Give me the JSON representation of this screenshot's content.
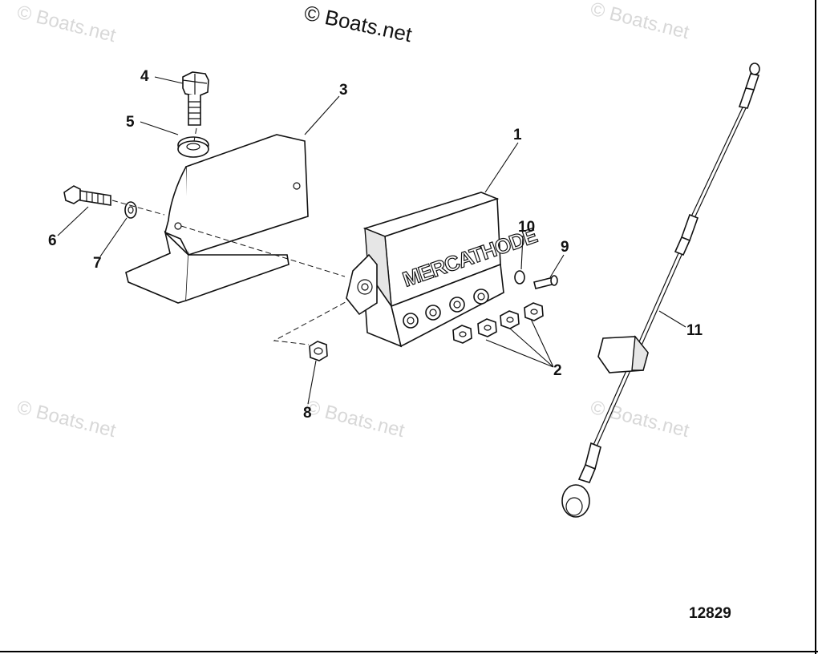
{
  "watermarks": {
    "main": "© Boats.net",
    "faint": "© Boats.net"
  },
  "drawing_number": "12829",
  "part_brand_text": "MERCATHODE",
  "callouts": [
    {
      "id": "1",
      "label": "1"
    },
    {
      "id": "2",
      "label": "2"
    },
    {
      "id": "3",
      "label": "3"
    },
    {
      "id": "4",
      "label": "4"
    },
    {
      "id": "5",
      "label": "5"
    },
    {
      "id": "6",
      "label": "6"
    },
    {
      "id": "7",
      "label": "7"
    },
    {
      "id": "8",
      "label": "8"
    },
    {
      "id": "9",
      "label": "9"
    },
    {
      "id": "10",
      "label": "10"
    },
    {
      "id": "11",
      "label": "11"
    }
  ]
}
